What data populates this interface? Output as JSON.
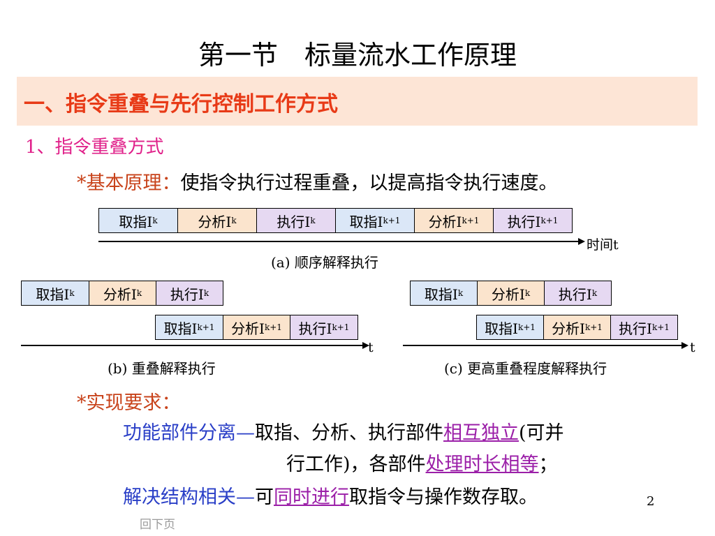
{
  "title": "第一节　标量流水工作原理",
  "section_heading": "一、指令重叠与先行控制工作方式",
  "subheading": "1、指令重叠方式",
  "principle": {
    "label": "*基本原理：",
    "text": "使指令执行过程重叠，以提高指令执行速度。"
  },
  "diagrams": {
    "stage_fetch": "取指I",
    "stage_analyze": "分析I",
    "stage_execute": "执行I",
    "sub_k": "k",
    "sub_k1": "k+1",
    "axis_a_label": "时间t",
    "axis_label": "t",
    "caption_a": "(a) 顺序解释执行",
    "caption_b": "(b) 重叠解释执行",
    "caption_c": "(c) 更高重叠程度解释执行"
  },
  "requirements": {
    "label": "*实现要求：",
    "l1_lead": "功能部件分离—",
    "l1_text": "取指、分析、执行部件",
    "l1_ul": "相互独立",
    "l1_tail": "(可并",
    "l2_text": "行工作)，各部件",
    "l2_ul": "处理时长相等",
    "l2_tail": "；",
    "l3_lead": "解决结构相关—",
    "l3_text": "可",
    "l3_ul": "同时进行",
    "l3_tail": "取指令与操作数存取。"
  },
  "page_number": "2",
  "back_link": "回下页",
  "colors": {
    "banner_bg": "#fde5d6",
    "heading": "#e83a17",
    "sub": "#e0218a",
    "blue": "#2a3fc7",
    "underline": "#9b1fa8"
  }
}
